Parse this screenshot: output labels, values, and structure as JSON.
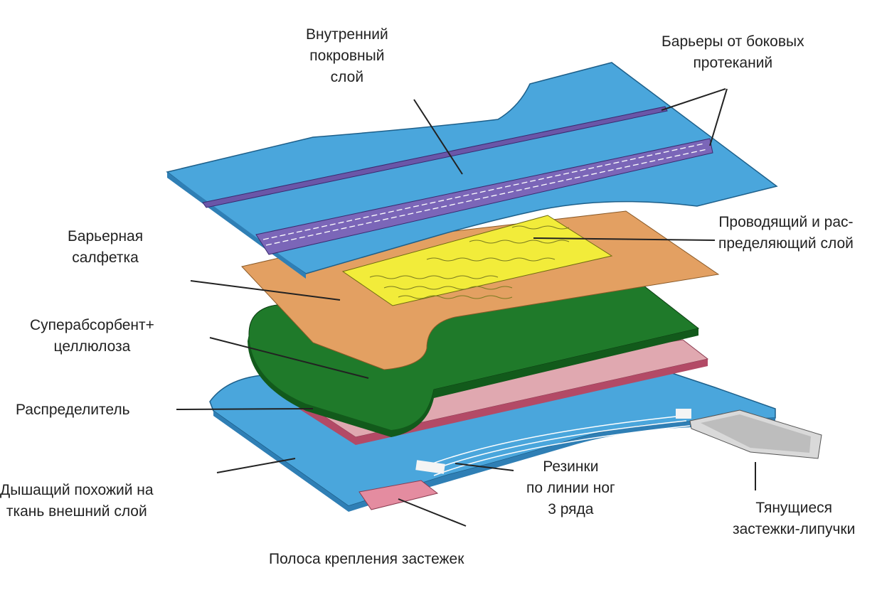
{
  "title": "Diaper layer structure",
  "labels": {
    "topsheet": [
      "Внутренний",
      "покровный",
      "слой"
    ],
    "leg_barriers": [
      "Барьеры от боковых",
      "протеканий"
    ],
    "acquisition": [
      "Проводящий и рас-",
      "пределяющий слой"
    ],
    "barrier_tissue": [
      "Барьерная",
      "салфетка"
    ],
    "core": [
      "Суперабсорбент+",
      "целлюлоза"
    ],
    "distributor": [
      "Распределитель"
    ],
    "backsheet": [
      "Дышащий похожий на",
      "ткань внешний слой"
    ],
    "leg_elastics": [
      "Резинки",
      "по линии ног",
      "3 ряда"
    ],
    "tapes": [
      "Тянущиеся",
      "застежки-липучки"
    ],
    "landing_zone": [
      "Полоса крепления застежек"
    ]
  },
  "colors": {
    "blue": "#4aa6dc",
    "purple": "#6a56a8",
    "orange": "#e3a062",
    "yellow": "#f2ec3a",
    "green": "#1f7a2a",
    "pink": "#d99aa6"
  }
}
